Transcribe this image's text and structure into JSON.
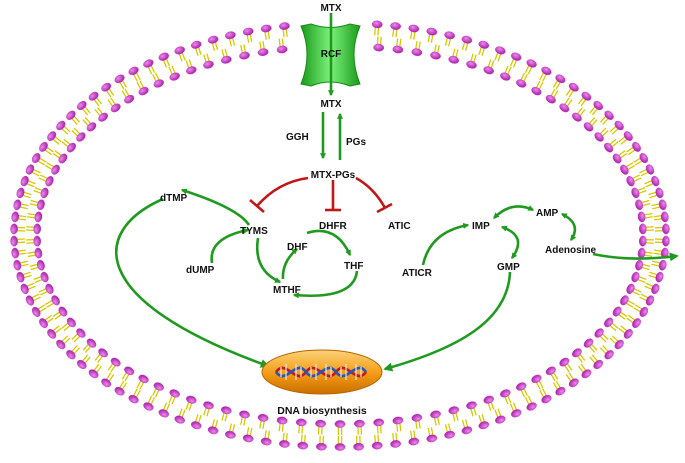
{
  "labels": {
    "mtx_outside": "MTX",
    "transporter": "RCF",
    "mtx_inside": "MTX",
    "ggh": "GGH",
    "pgs": "PGs",
    "mtx_pgs": "MTX-PGs",
    "dtmp": "dTMP",
    "tyms": "TYMS",
    "dump": "dUMP",
    "dhfr": "DHFR",
    "dhf": "DHF",
    "thf": "THF",
    "mthf": "MTHF",
    "atic": "ATIC",
    "aticr": "ATICR",
    "imp": "IMP",
    "amp": "AMP",
    "gmp": "GMP",
    "adenosine": "Adenosine",
    "dna_biosynthesis": "DNA biosynthesis"
  },
  "colors": {
    "activation_arrow": "#1f9a1f",
    "inhibition": "#c01818",
    "membrane_head": "#cc33cc",
    "membrane_tail": "#d8c800",
    "transporter": "#33dd33",
    "dna_capsule": "#f39a12",
    "text": "#111111"
  },
  "icons": {
    "transporter": "channel-protein-icon",
    "dna": "dna-helix-icon"
  }
}
